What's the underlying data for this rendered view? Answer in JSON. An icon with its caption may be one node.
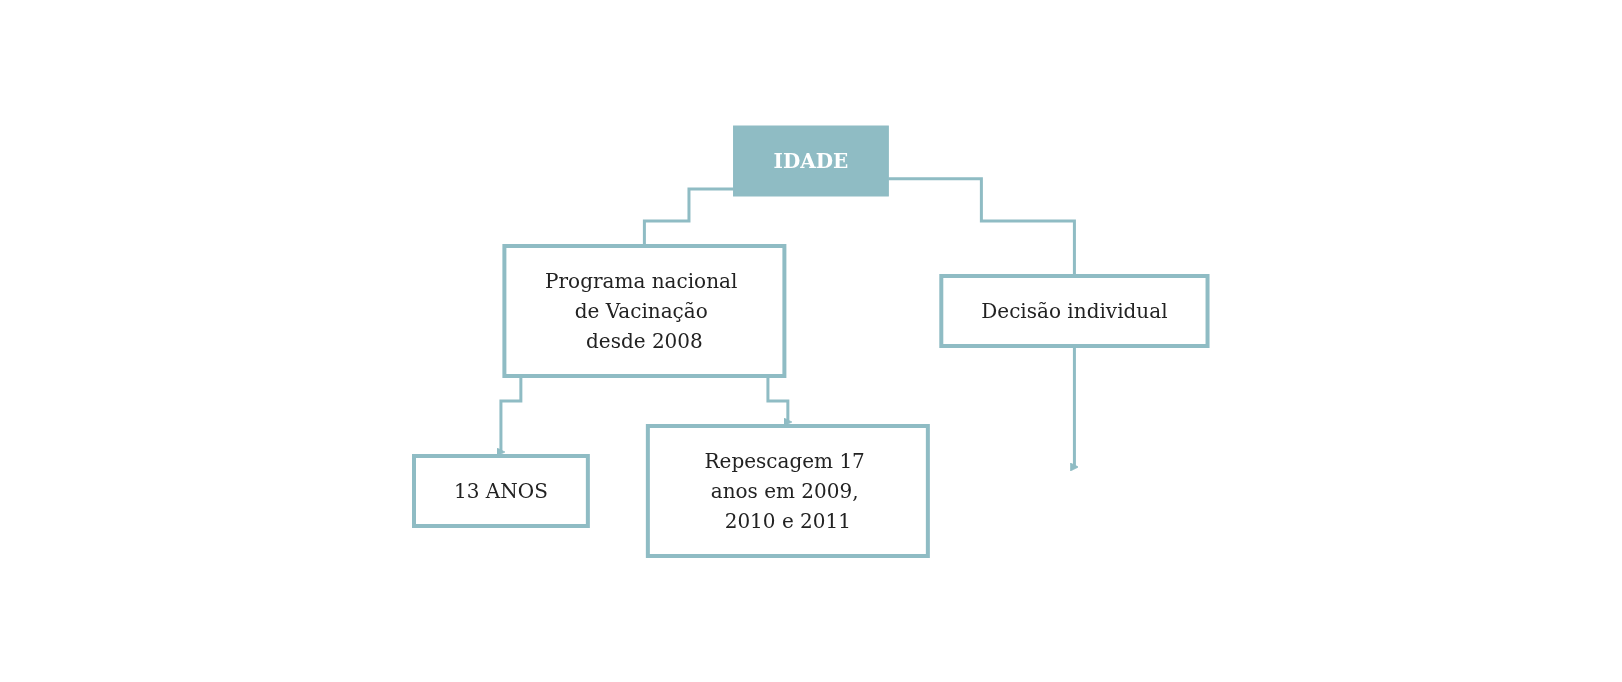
{
  "diagram": {
    "nodes": [
      {
        "text": [
          "IDADE"
        ]
      },
      {
        "text": [
          "Programa nacional de Vacinação desde 2008"
        ]
      },
      {
        "text": [
          "Decisão individual"
        ]
      },
      {
        "text": [
          "13 ANOS"
        ]
      },
      {
        "text": [
          "Repescagem 17 anos em 2009, 2010 e 2011"
        ]
      }
    ],
    "edges": [
      {
        "from": 0,
        "to": 1,
        "arrow": "none"
      },
      {
        "from": 0,
        "to": 2,
        "arrow": "none"
      },
      {
        "from": 1,
        "to": 3,
        "arrow": "to"
      },
      {
        "from": 1,
        "to": 4,
        "arrow": "to"
      },
      {
        "from": 2,
        "to": null,
        "arrow": "to"
      }
    ]
  }
}
